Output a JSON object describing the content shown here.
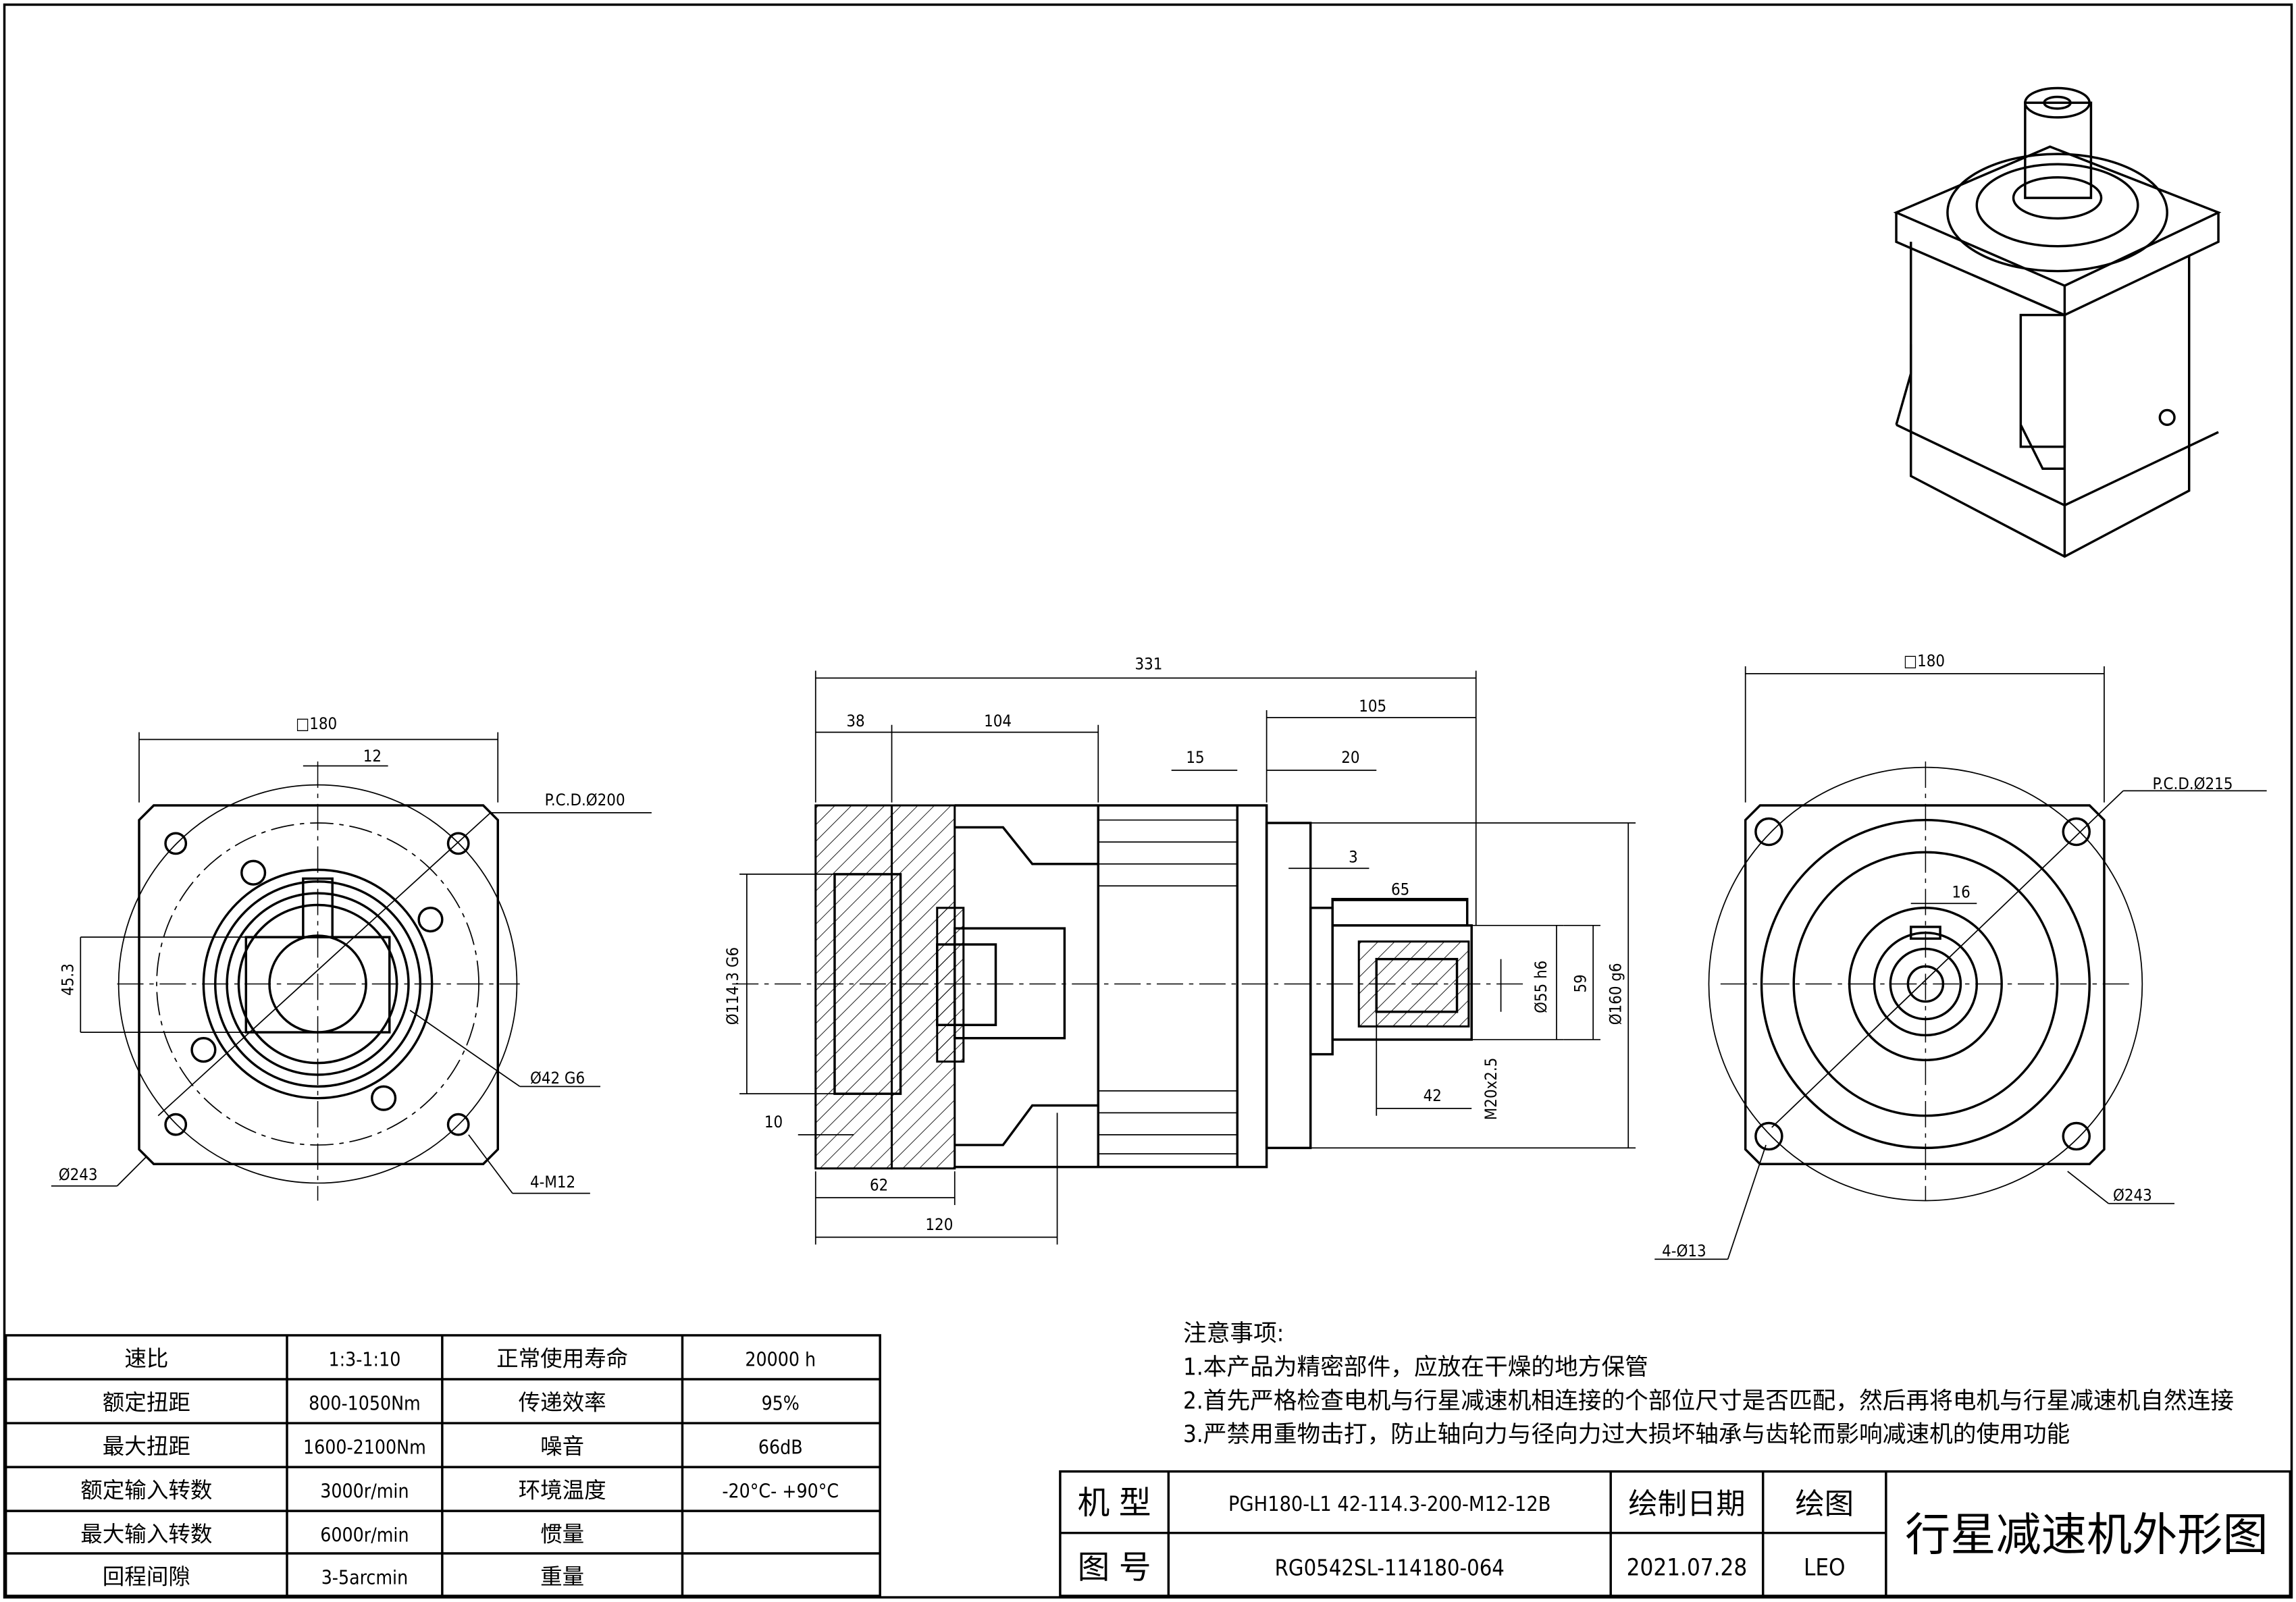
{
  "left_view": {
    "square": "□180",
    "key_width": "12",
    "pcd": "P.C.D.Ø200",
    "key_height": "45.3",
    "bore": "Ø42 G6",
    "outer_dia": "Ø243",
    "thread_holes": "4-M12"
  },
  "side_view": {
    "overall": "331",
    "d38": "38",
    "d104": "104",
    "d105": "105",
    "d15": "15",
    "d20": "20",
    "d3": "3",
    "d65": "65",
    "pilot": "Ø114.3 G6",
    "shaft": "Ø55 h6",
    "d59": "59",
    "spigot": "Ø160 g6",
    "thread": "M20x2.5",
    "d42": "42",
    "d10": "10",
    "d62": "62",
    "d120": "120"
  },
  "right_view": {
    "square": "□180",
    "pcd": "P.C.D.Ø215",
    "key_width": "16",
    "outer_dia": "Ø243",
    "holes": "4-Ø13"
  },
  "specs": {
    "rows": [
      [
        "速比",
        "1:3-1:10",
        "正常使用寿命",
        "20000 h"
      ],
      [
        "额定扭距",
        "800-1050Nm",
        "传递效率",
        "95%"
      ],
      [
        "最大扭距",
        "1600-2100Nm",
        "噪音",
        "66dB"
      ],
      [
        "额定输入转数",
        "3000r/min",
        "环境温度",
        "-20°C- +90°C"
      ],
      [
        "最大输入转数",
        "6000r/min",
        "惯量",
        ""
      ],
      [
        "回程间隙",
        "3-5arcmin",
        "重量",
        ""
      ]
    ]
  },
  "notes": {
    "title": "注意事项:",
    "items": [
      "1.本产品为精密部件，应放在干燥的地方保管",
      "2.首先严格检查电机与行星减速机相连接的个部位尺寸是否匹配，然后再将电机与行星减速机自然连接",
      "3.严禁用重物击打，防止轴向力与径向力过大损坏轴承与齿轮而影响减速机的使用功能"
    ]
  },
  "title_block": {
    "model_label": "机 型",
    "model_value": "PGH180-L1 42-114.3-200-M12-12B",
    "date_label": "绘制日期",
    "drawer_label": "绘图",
    "drawing_no_label": "图 号",
    "drawing_no_value": "RG0542SL-114180-064",
    "date_value": "2021.07.28",
    "drawer_value": "LEO",
    "drawing_title": "行星减速机外形图"
  }
}
